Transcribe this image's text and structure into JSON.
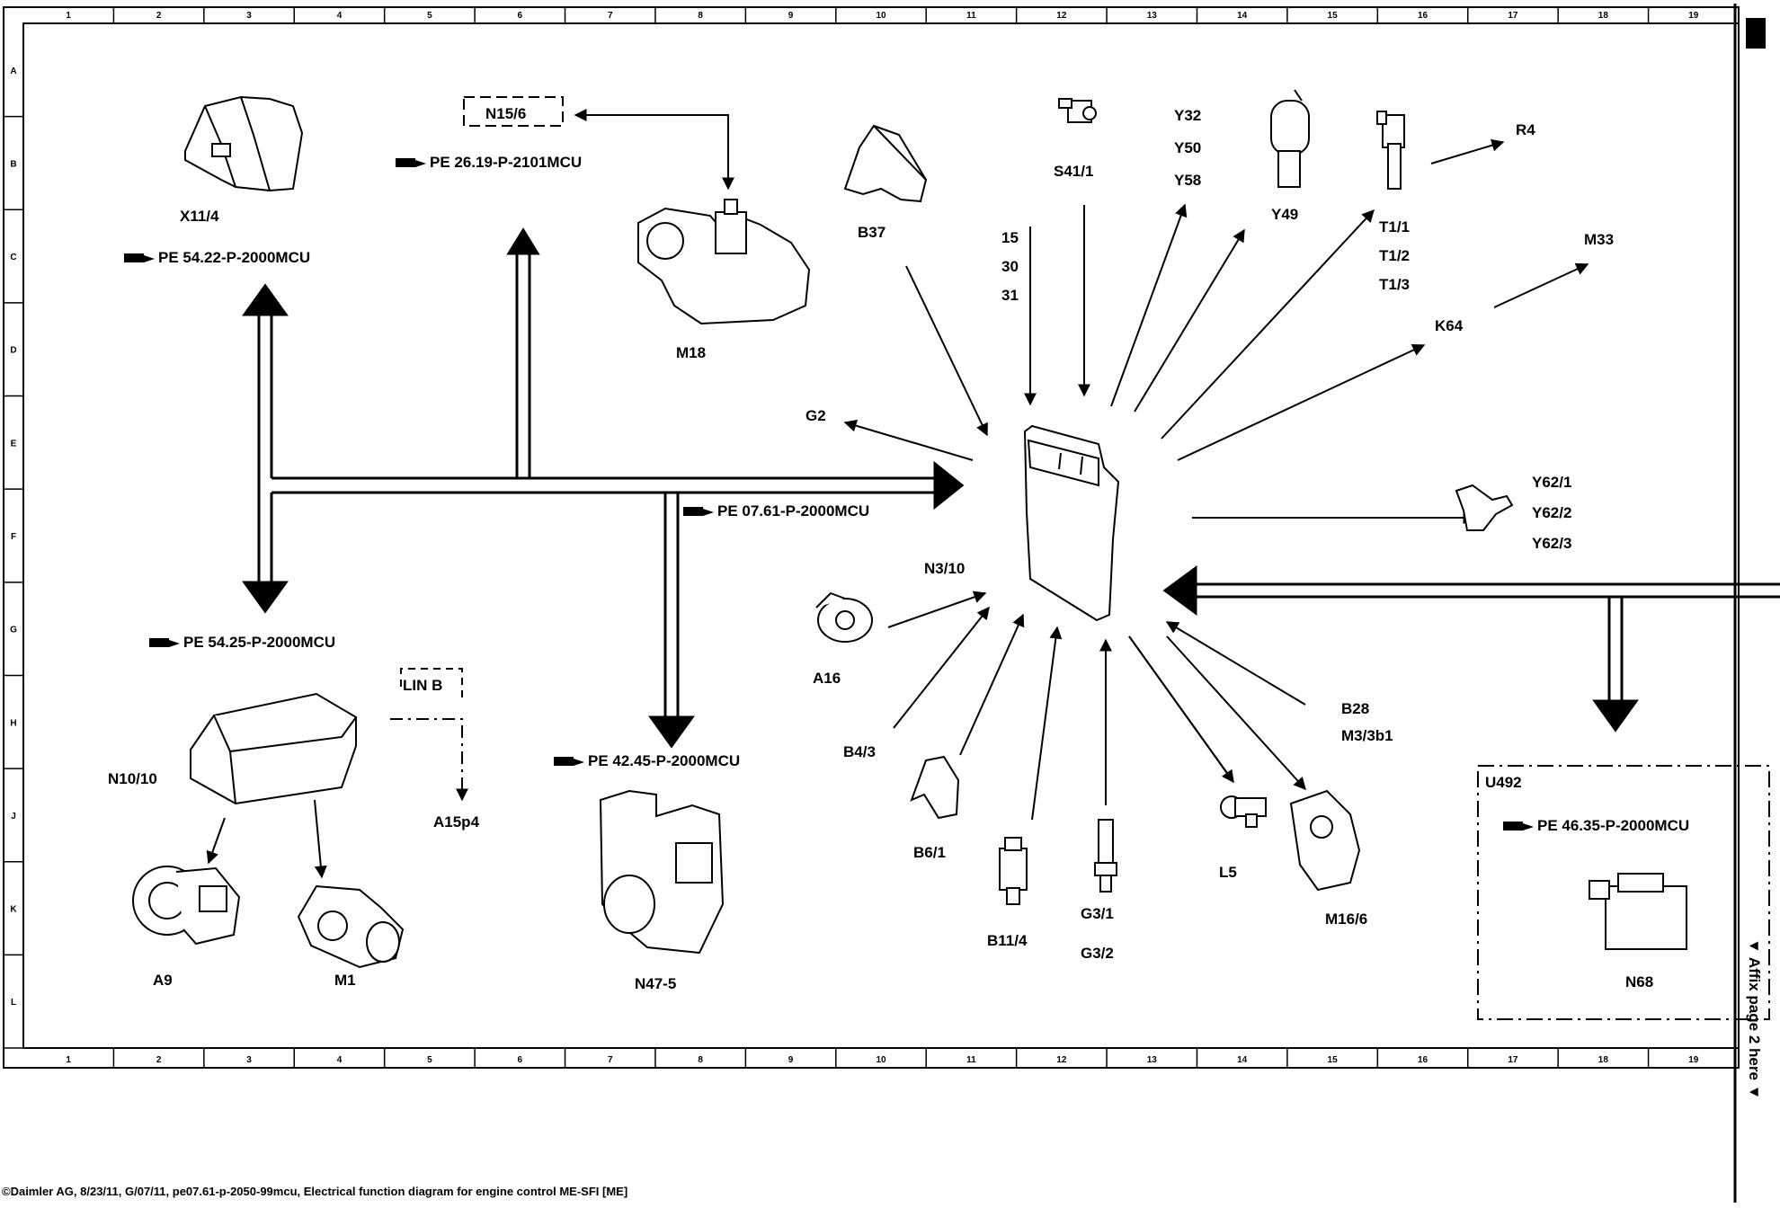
{
  "grid": {
    "columns": [
      "1",
      "2",
      "3",
      "4",
      "5",
      "6",
      "7",
      "8",
      "9",
      "10",
      "11",
      "12",
      "13",
      "14",
      "15",
      "16",
      "17",
      "18",
      "19"
    ],
    "rows": [
      "A",
      "B",
      "C",
      "D",
      "E",
      "F",
      "G",
      "H",
      "J",
      "K",
      "L"
    ]
  },
  "control_unit": {
    "label": "N3/10"
  },
  "components": {
    "x11_4": "X11/4",
    "n15_6": "N15/6",
    "m18": "M18",
    "b37": "B37",
    "s41_1": "S41/1",
    "y32": "Y32",
    "y50": "Y50",
    "y58": "Y58",
    "y49": "Y49",
    "t1_1": "T1/1",
    "t1_2": "T1/2",
    "t1_3": "T1/3",
    "r4": "R4",
    "m33": "M33",
    "k64": "K64",
    "g2": "G2",
    "y62_1": "Y62/1",
    "y62_2": "Y62/2",
    "y62_3": "Y62/3",
    "a16": "A16",
    "b4_3": "B4/3",
    "b6_1": "B6/1",
    "b11_4": "B11/4",
    "g3_1": "G3/1",
    "g3_2": "G3/2",
    "l5": "L5",
    "m16_6": "M16/6",
    "b28": "B28",
    "m3_3b1": "M3/3b1",
    "n10_10": "N10/10",
    "a9": "A9",
    "m1": "M1",
    "lin_b": "LIN B",
    "a15p4": "A15p4",
    "n47_5": "N47-5",
    "u492": "U492",
    "n68": "N68"
  },
  "terminals": [
    "15",
    "30",
    "31"
  ],
  "references": {
    "pe5422": "PE 54.22-P-2000MCU",
    "pe2619": "PE 26.19-P-2101MCU",
    "pe0761": "PE 07.61-P-2000MCU",
    "pe5425": "PE 54.25-P-2000MCU",
    "pe4245": "PE 42.45-P-2000MCU",
    "pe4635": "PE 46.35-P-2000MCU"
  },
  "side_note": "▼ Affix page 2 here ▼",
  "footer": "©Daimler AG, 8/23/11, G/07/11, pe07.61-p-2050-99mcu, Electrical function diagram for engine control ME-SFI [ME]"
}
